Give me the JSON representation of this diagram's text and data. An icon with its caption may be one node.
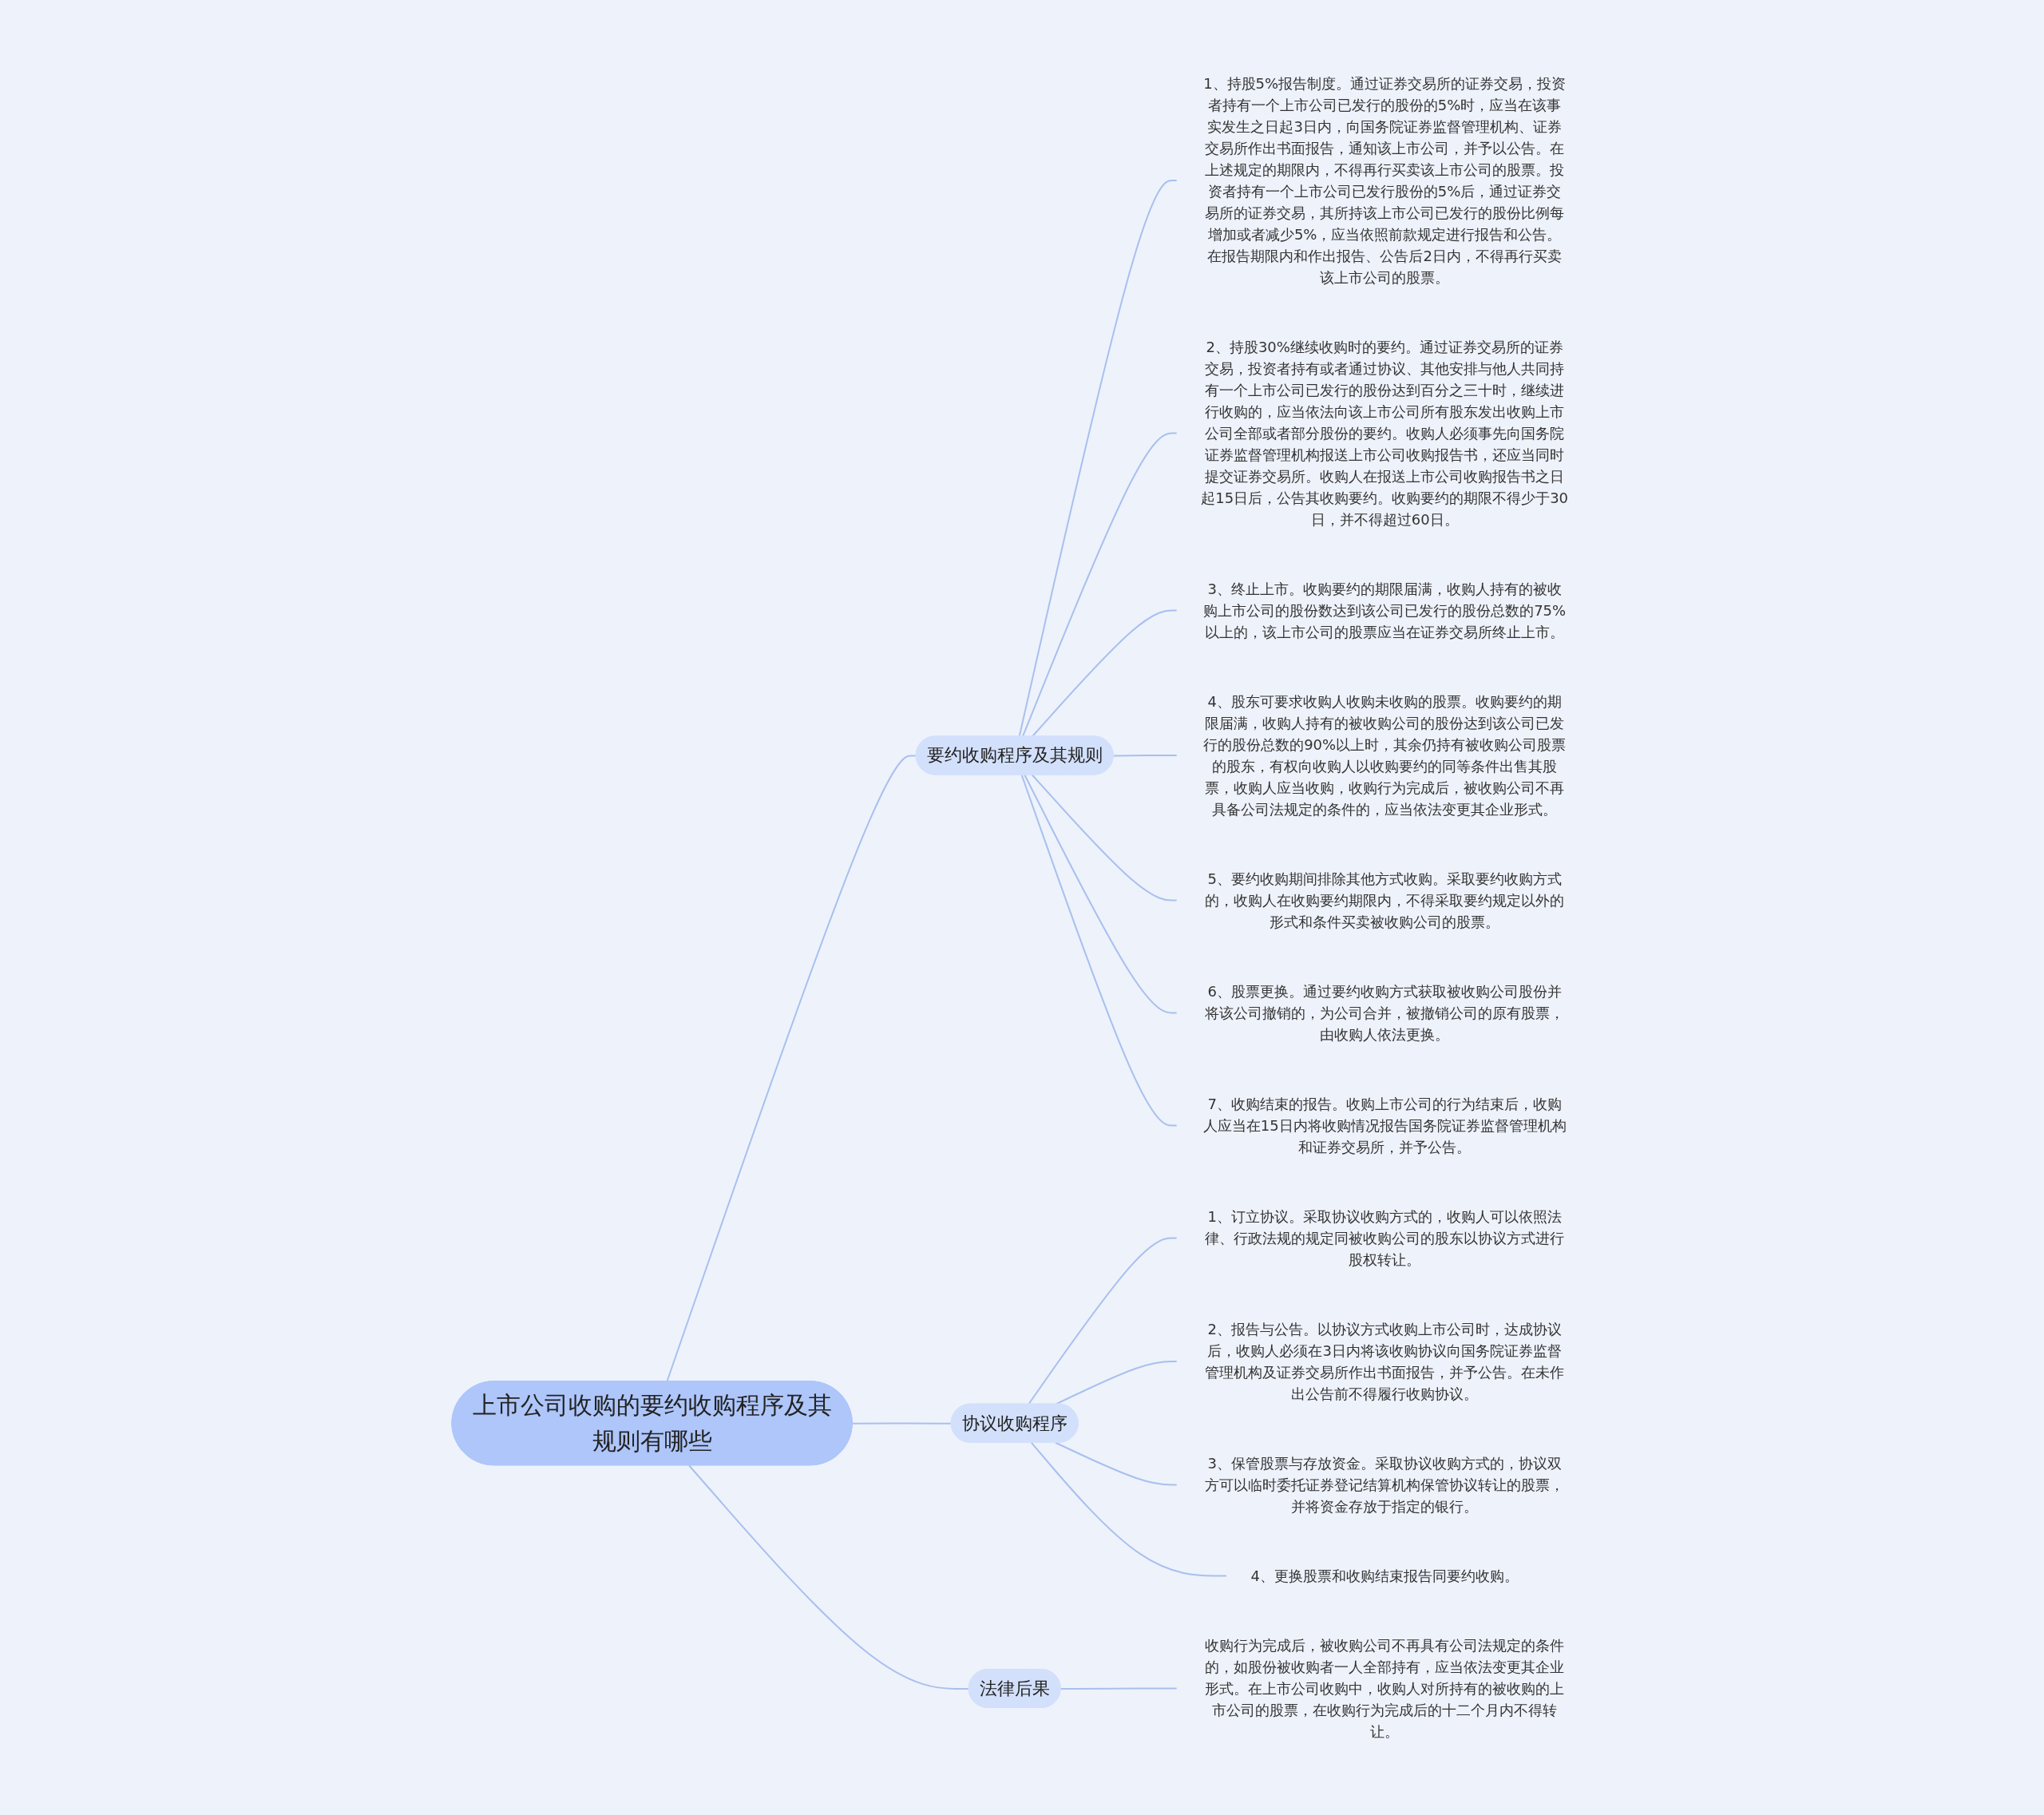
{
  "diagram": {
    "nodes": [
      {
        "text": [
          "上市公司收购的要约收购程序及其规则有哪些"
        ]
      },
      {
        "text": [
          "要约收购程序及其规则"
        ]
      },
      {
        "text": [
          "1、持股5%报告制度。通过证券交易所的证券交易，投资者持有一个上市公司已发行的股份的5%时，应当在该事实发生之日起3日内，向国务院证券监督管理机构、证券交易所作出书面报告，通知该上市公司，并予以公告。在上述规定的期限内，不得再行买卖该上市公司的股票。投资者持有一个上市公司已发行股份的5%后，通过证券交易所的证券交易，其所持该上市公司已发行的股份比例每增加或者减少5%，应当依照前款规定进行报告和公告。在报告期限内和作出报告、公告后2日内，不得再行买卖该上市公司的股票。"
        ]
      },
      {
        "text": [
          "2、持股30%继续收购时的要约。通过证券交易所的证券交易，投资者持有或者通过协议、其他安排与他人共同持有一个上市公司已发行的股份达到百分之三十时，继续进行收购的，应当依法向该上市公司所有股东发出收购上市公司全部或者部分股份的要约。收购人必须事先向国务院证券监督管理机构报送上市公司收购报告书，还应当同时提交证券交易所。收购人在报送上市公司收购报告书之日起15日后，公告其收购要约。收购要约的期限不得少于30日，并不得超过60日。"
        ]
      },
      {
        "text": [
          "3、终止上市。收购要约的期限届满，收购人持有的被收购上市公司的股份数达到该公司已发行的股份总数的75%以上的，该上市公司的股票应当在证券交易所终止上市。"
        ]
      },
      {
        "text": [
          "4、股东可要求收购人收购未收购的股票。收购要约的期限届满，收购人持有的被收购公司的股份达到该公司已发行的股份总数的90%以上时，其余仍持有被收购公司股票的股东，有权向收购人以收购要约的同等条件出售其股票，收购人应当收购，收购行为完成后，被收购公司不再具备公司法规定的条件的，应当依法变更其企业形式。"
        ]
      },
      {
        "text": [
          "5、要约收购期间排除其他方式收购。采取要约收购方式的，收购人在收购要约期限内，不得采取要约规定以外的形式和条件买卖被收购公司的股票。"
        ]
      },
      {
        "text": [
          "6、股票更换。通过要约收购方式获取被收购公司股份并将该公司撤销的，为公司合并，被撤销公司的原有股票，由收购人依法更换。"
        ]
      },
      {
        "text": [
          "7、收购结束的报告。收购上市公司的行为结束后，收购人应当在15日内将收购情况报告国务院证券监督管理机构和证券交易所，并予公告。"
        ]
      },
      {
        "text": [
          "协议收购程序"
        ]
      },
      {
        "text": [
          "1、订立协议。采取协议收购方式的，收购人可以依照法律、行政法规的规定同被收购公司的股东以协议方式进行股权转让。"
        ]
      },
      {
        "text": [
          "2、报告与公告。以协议方式收购上市公司时，达成协议后，收购人必须在3日内将该收购协议向国务院证券监督管理机构及证券交易所作出书面报告，并予公告。在未作出公告前不得履行收购协议。"
        ]
      },
      {
        "text": [
          "3、保管股票与存放资金。采取协议收购方式的，协议双方可以临时委托证券登记结算机构保管协议转让的股票，并将资金存放于指定的银行。"
        ]
      },
      {
        "text": [
          "4、更换股票和收购结束报告同要约收购。"
        ]
      },
      {
        "text": [
          "法律后果"
        ]
      },
      {
        "text": [
          "收购行为完成后，被收购公司不再具有公司法规定的条件的，如股份被收购者一人全部持有，应当依法变更其企业形式。在上市公司收购中，收购人对所持有的被收购的上市公司的股票，在收购行为完成后的十二个月内不得转让。"
        ]
      }
    ],
    "edges": [
      {
        "from": 0,
        "to": 1,
        "arrow": "none"
      },
      {
        "from": 1,
        "to": 2,
        "arrow": "none"
      },
      {
        "from": 1,
        "to": 3,
        "arrow": "none"
      },
      {
        "from": 1,
        "to": 4,
        "arrow": "none"
      },
      {
        "from": 1,
        "to": 5,
        "arrow": "none"
      },
      {
        "from": 1,
        "to": 6,
        "arrow": "none"
      },
      {
        "from": 1,
        "to": 7,
        "arrow": "none"
      },
      {
        "from": 1,
        "to": 8,
        "arrow": "none"
      },
      {
        "from": 0,
        "to": 9,
        "arrow": "none"
      },
      {
        "from": 9,
        "to": 10,
        "arrow": "none"
      },
      {
        "from": 9,
        "to": 11,
        "arrow": "none"
      },
      {
        "from": 9,
        "to": 12,
        "arrow": "none"
      },
      {
        "from": 9,
        "to": 13,
        "arrow": "none"
      },
      {
        "from": 0,
        "to": 14,
        "arrow": "none"
      },
      {
        "from": 14,
        "to": 15,
        "arrow": "none"
      }
    ]
  }
}
